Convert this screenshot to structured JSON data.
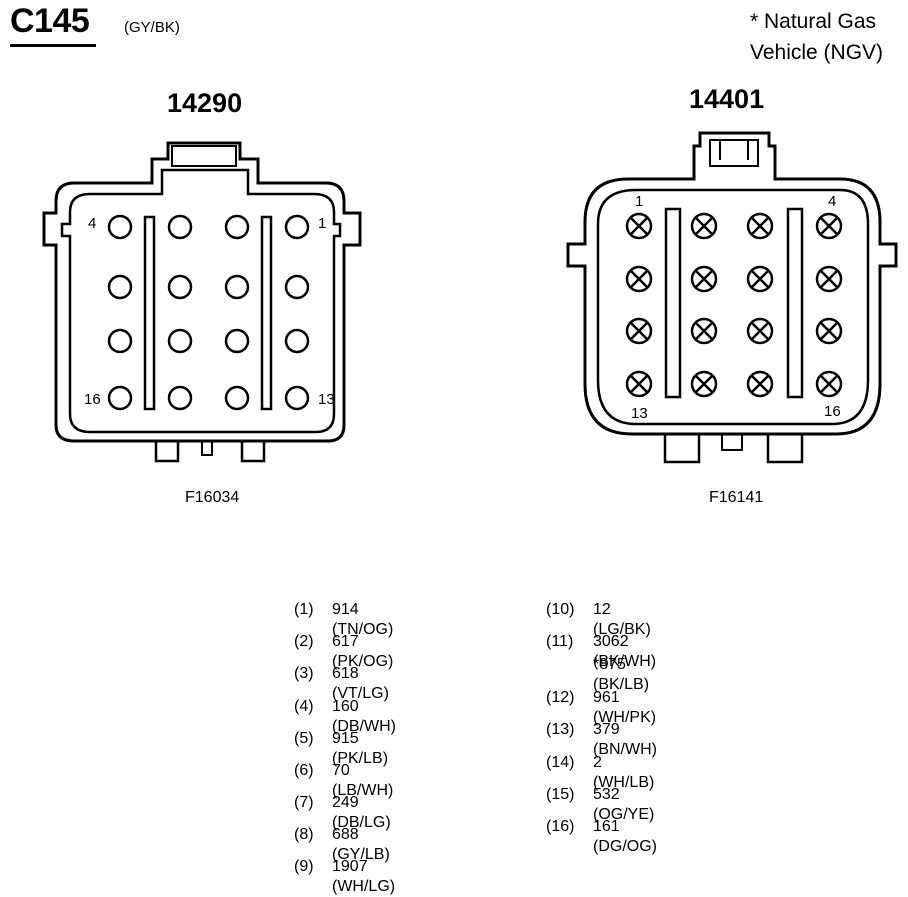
{
  "header": {
    "connector_id": "C145",
    "color_code": "(GY/BK)",
    "note_line1": "* Natural Gas",
    "note_line2": "Vehicle (NGV)"
  },
  "connectors": [
    {
      "part_number": "14290",
      "figure_id": "F16034",
      "labels": [
        "4",
        "1",
        "16",
        "13"
      ]
    },
    {
      "part_number": "14401",
      "figure_id": "F16141",
      "labels": [
        "1",
        "4",
        "13",
        "16"
      ]
    }
  ],
  "pins_left": [
    {
      "num": "(1)",
      "text": "914 (TN/OG)"
    },
    {
      "num": "(2)",
      "text": "617 (PK/OG)"
    },
    {
      "num": "(3)",
      "text": "618 (VT/LG)"
    },
    {
      "num": "(4)",
      "text": "160 (DB/WH)"
    },
    {
      "num": "(5)",
      "text": "915 (PK/LB)"
    },
    {
      "num": "(6)",
      "text": "70 (LB/WH)"
    },
    {
      "num": "(7)",
      "text": "249 (DB/LG)"
    },
    {
      "num": "(8)",
      "text": "688 (GY/LB)"
    },
    {
      "num": "(9)",
      "text": "1907 (WH/LG)"
    }
  ],
  "pins_right": [
    {
      "num": "(10)",
      "text": "12 (LG/BK)"
    },
    {
      "num": "(11)",
      "text": "3062 (BK/WH)",
      "text2": "*875 (BK/LB)"
    },
    {
      "num": "(12)",
      "text": "961 (WH/PK)"
    },
    {
      "num": "(13)",
      "text": "379 (BN/WH)"
    },
    {
      "num": "(14)",
      "text": "2 (WH/LB)"
    },
    {
      "num": "(15)",
      "text": "532 (OG/YE)"
    },
    {
      "num": "(16)",
      "text": "161 (DG/OG)"
    }
  ]
}
